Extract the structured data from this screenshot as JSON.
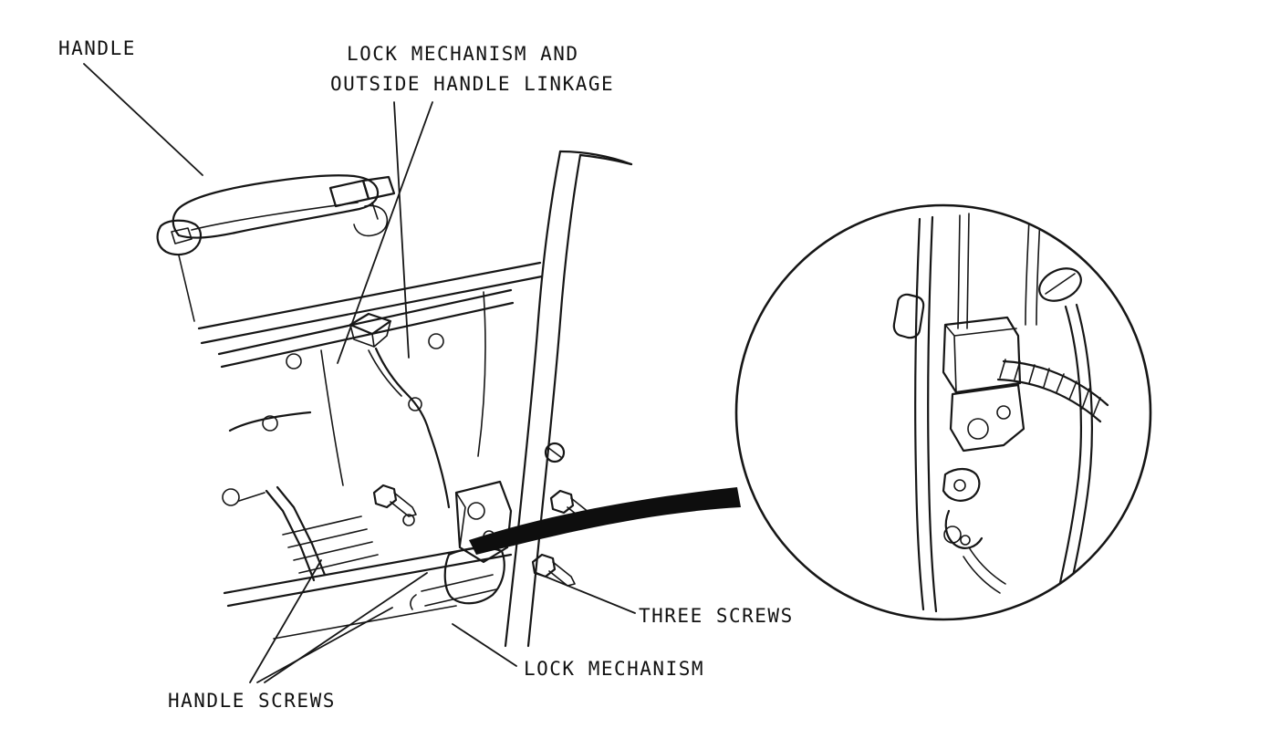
{
  "figure": {
    "type": "technical-illustration",
    "description": "Vehicle door outer handle and lock mechanism line drawing with magnified detail circle",
    "background_color": "#ffffff",
    "line_color": "#161616",
    "labels": {
      "handle": "HANDLE",
      "lock_linkage_line1": "LOCK MECHANISM AND",
      "lock_linkage_line2": "OUTSIDE HANDLE LINKAGE",
      "three_screws": "THREE SCREWS",
      "lock_mechanism": "LOCK MECHANISM",
      "handle_screws": "HANDLE SCREWS"
    }
  }
}
